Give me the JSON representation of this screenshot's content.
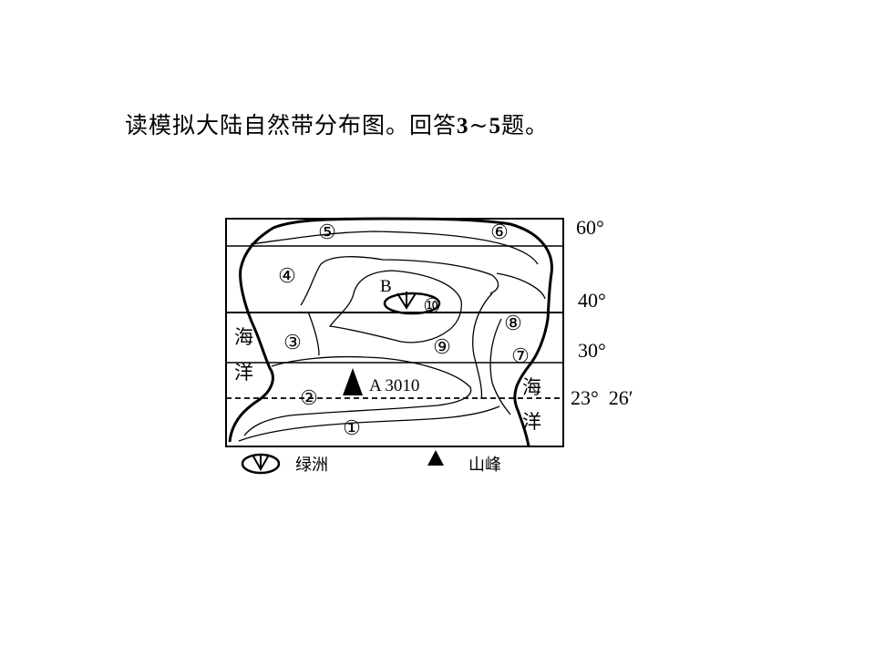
{
  "title": {
    "text_pre": "读模拟大陆自然带分布图。回答",
    "q_start": "3",
    "sep": "~",
    "q_end": "5",
    "text_post": "题。"
  },
  "latitudes": {
    "lat60": "60°",
    "lat40": "40°",
    "lat30": "30°",
    "tropic": "23°  26′"
  },
  "zones": [
    "①",
    "②",
    "③",
    "④",
    "⑤",
    "⑥",
    "⑦",
    "⑧",
    "⑨",
    "⑩"
  ],
  "ocean": {
    "west_top": "海",
    "west_bottom": "洋",
    "east_top": "海",
    "east_bottom": "洋"
  },
  "points": {
    "a_label": "A 3010",
    "b_label": "B"
  },
  "legend": {
    "oasis": "绿洲",
    "peak": "山峰"
  }
}
